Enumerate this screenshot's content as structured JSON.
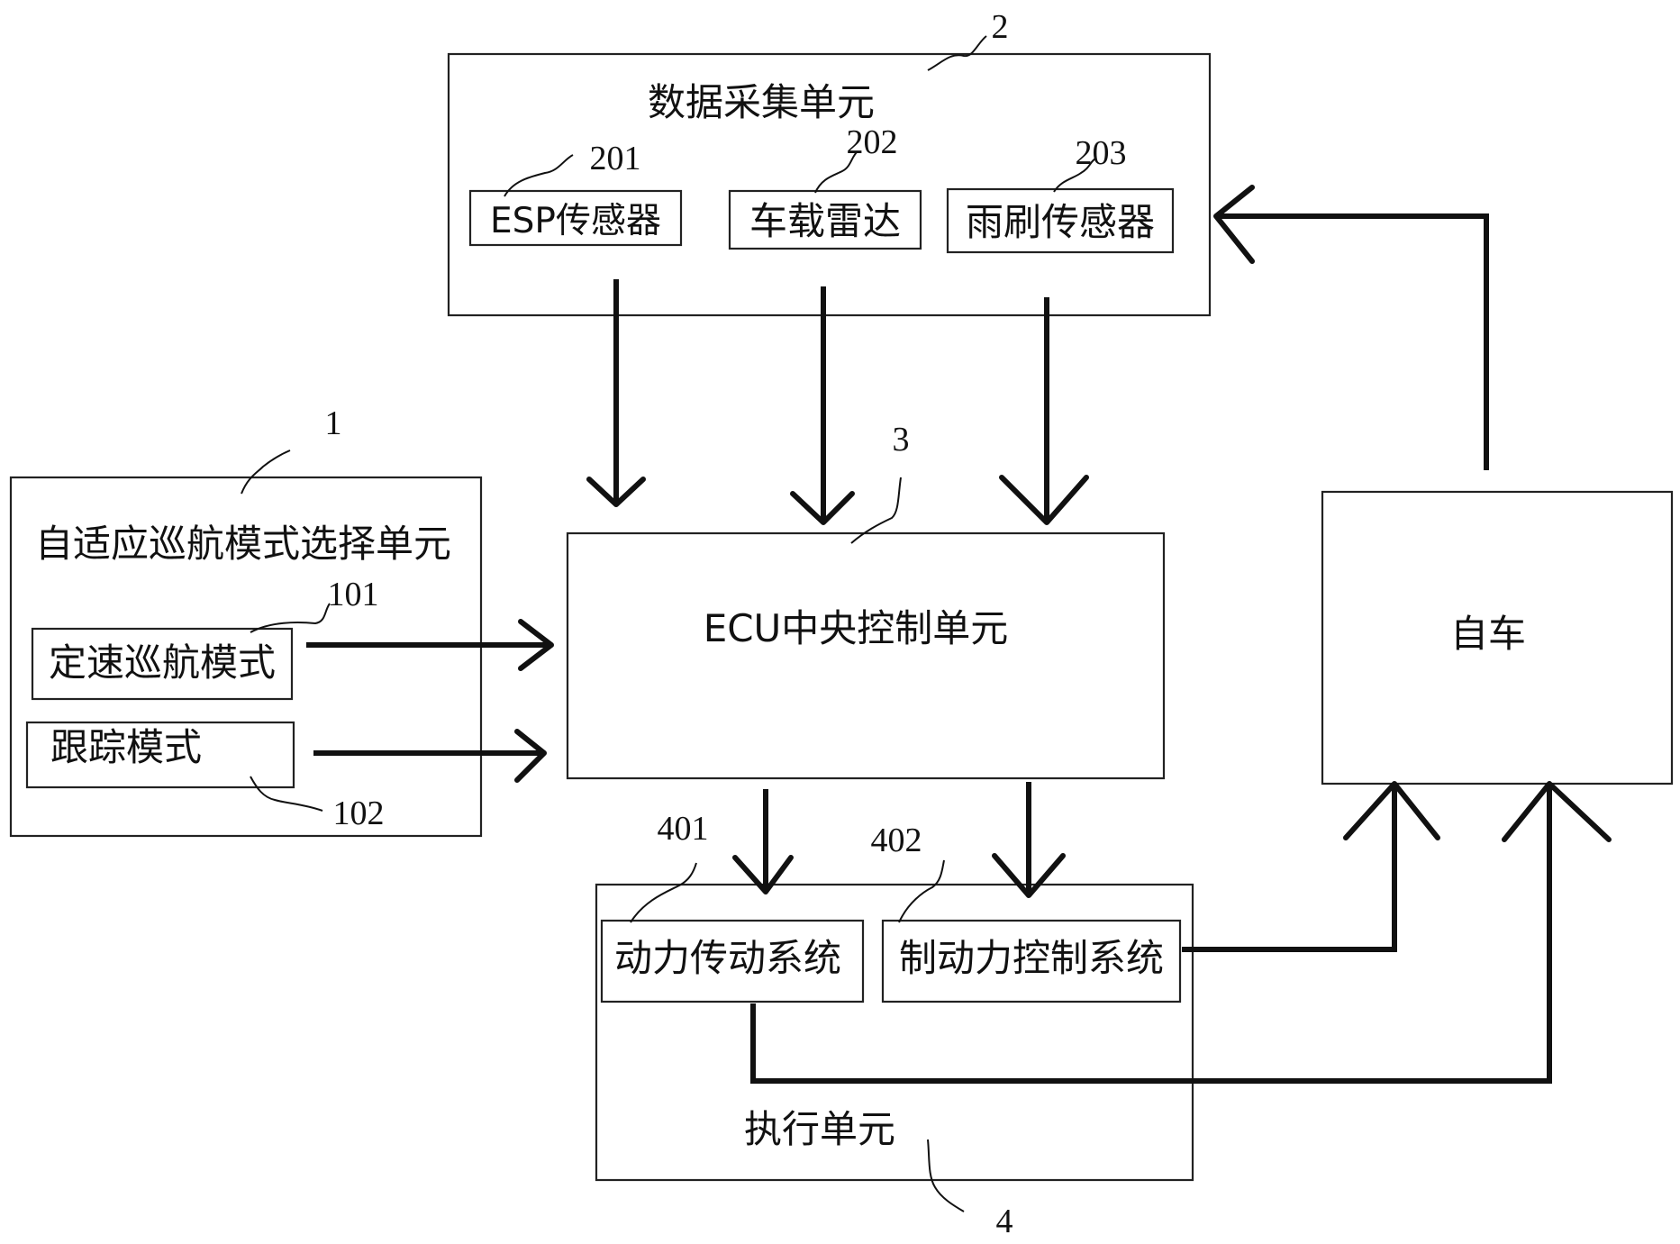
{
  "units": {
    "selection": {
      "ref": "1",
      "title": "自适应巡航模式选择单元",
      "modes": [
        {
          "ref": "101",
          "label": "定速巡航模式"
        },
        {
          "ref": "102",
          "label": "跟踪模式"
        }
      ]
    },
    "data_collection": {
      "ref": "2",
      "title": "数据采集单元",
      "sensors": [
        {
          "ref": "201",
          "label": "ESP传感器"
        },
        {
          "ref": "202",
          "label": "车载雷达"
        },
        {
          "ref": "203",
          "label": "雨刷传感器"
        }
      ]
    },
    "ecu": {
      "ref": "3",
      "title": "ECU中央控制单元"
    },
    "execution": {
      "ref": "4",
      "title": "执行单元",
      "systems": [
        {
          "ref": "401",
          "label": "动力传动系统"
        },
        {
          "ref": "402",
          "label": "制动力控制系统"
        }
      ]
    },
    "vehicle": {
      "title": "自车"
    }
  }
}
